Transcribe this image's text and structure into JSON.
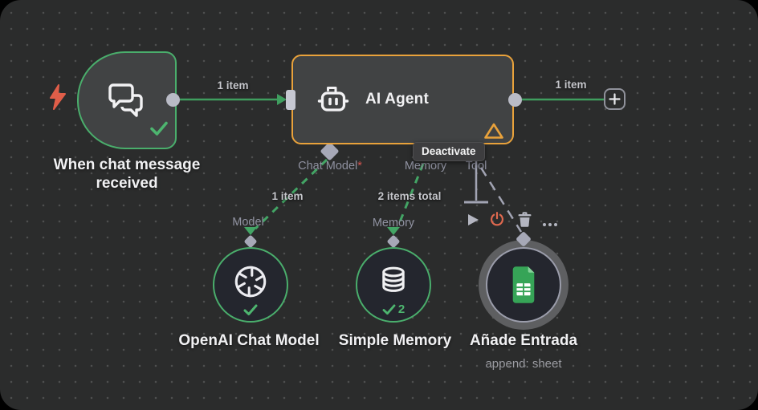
{
  "workflow": {
    "trigger": {
      "label": "When chat message received"
    },
    "agent": {
      "title": "AI Agent",
      "ports": {
        "chat_model": "Chat Model",
        "required_marker": "*",
        "memory": "Memory",
        "tool": "Tool"
      }
    },
    "subnodes": {
      "openai": {
        "label": "OpenAI Chat Model",
        "port": "Model"
      },
      "memory": {
        "label": "Simple Memory",
        "port": "Memory",
        "run_count": "2"
      },
      "sheets": {
        "label": "Añade Entrada",
        "subtitle": "append: sheet"
      }
    },
    "connections": {
      "trigger_to_agent": {
        "label": "1 item"
      },
      "agent_out": {
        "label": "1 item"
      },
      "chatmodel_to_model": {
        "label": "1 item"
      },
      "memory_to_memory": {
        "label": "2 items total"
      }
    },
    "tooltip": {
      "deactivate": "Deactivate"
    },
    "plus_button": {
      "label": "+"
    },
    "colors": {
      "node_green": "#4aae6c",
      "node_orange": "#e9a23b",
      "edge_green": "#3f9e5f",
      "connector_gray": "#a6a8b7",
      "danger": "#e0694f",
      "sheets_green": "#36a457"
    }
  }
}
